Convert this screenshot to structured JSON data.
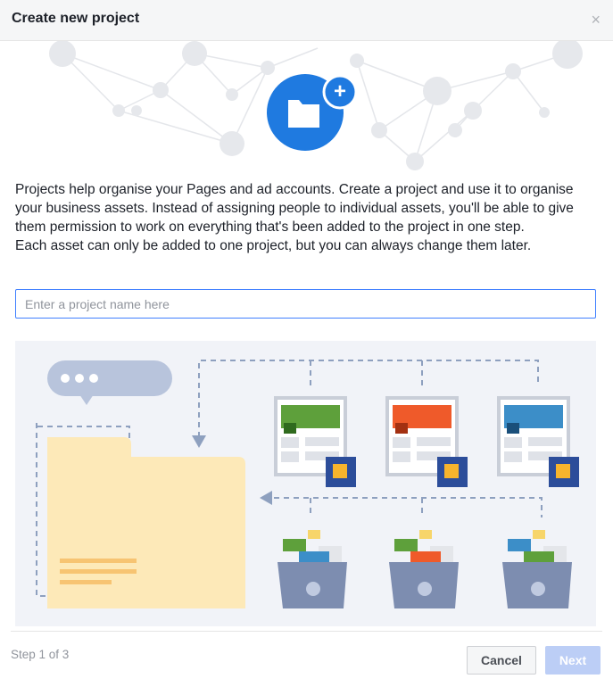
{
  "dialog": {
    "title": "Create new project",
    "close_glyph": "×",
    "close_icon": "close-icon"
  },
  "hero": {
    "icon": "folder-plus-icon",
    "plus_glyph": "+",
    "accent_color": "#1f7ae0"
  },
  "description": {
    "line1": "Projects help organise your Pages and ad accounts. Create a project and use it to organise your business assets. Instead of assigning people to individual assets, you'll be able to give them permission to work on everything that's been added to the project in one step.",
    "line2": "Each asset can only be added to one project, but you can always change them later."
  },
  "project_name": {
    "value": "",
    "placeholder": "Enter a project name here"
  },
  "illustration": {
    "page_header_colors": [
      "#5ea03b",
      "#ef5a2a",
      "#3c8ec8"
    ]
  },
  "footer": {
    "step": "Step 1 of 3",
    "cancel_label": "Cancel",
    "next_label": "Next"
  }
}
